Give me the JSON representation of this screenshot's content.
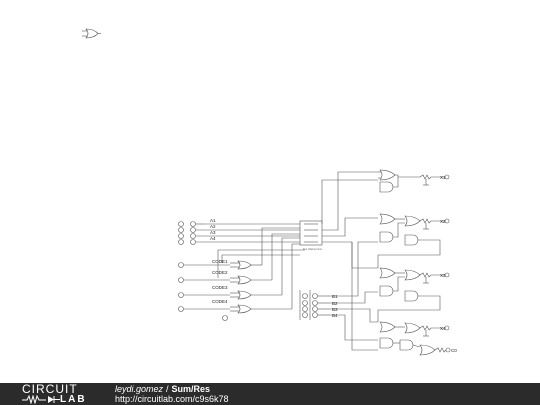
{
  "diagram": {
    "input_labels": [
      "A1",
      "A2",
      "A3",
      "A4"
    ],
    "control_labels": [
      "CODE1",
      "CODE2",
      "CODE3",
      "CODE4"
    ],
    "b_labels": [
      "B1",
      "B2",
      "B3",
      "B4"
    ],
    "output_labels": [
      "X1",
      "X2",
      "X3",
      "X4",
      "C0"
    ],
    "mux_caption": "4x1 channel mux"
  },
  "footer": {
    "logo_top": "CIRCUIT",
    "logo_bottom": "LAB",
    "author": "leydi.gomez",
    "separator": "/",
    "circuit_name": "Sum/Res",
    "url": "http://circuitlab.com/c9s6k78"
  },
  "colors": {
    "wire": "#333333",
    "footer_bg": "#2b2b2b"
  }
}
